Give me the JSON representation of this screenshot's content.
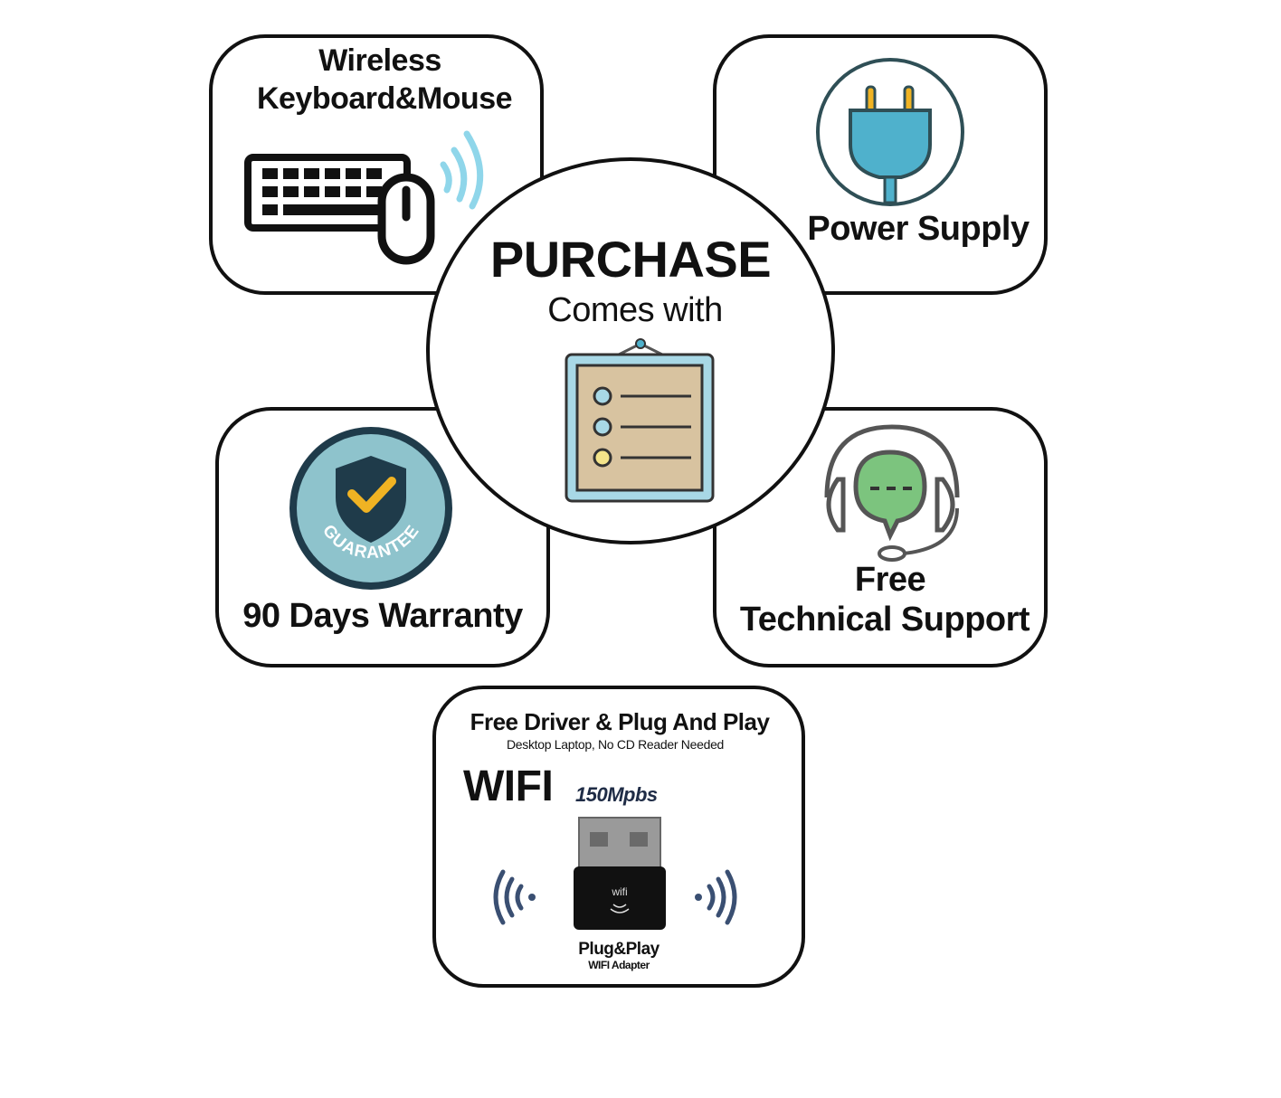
{
  "center": {
    "title": "PURCHASE",
    "subtitle": "Comes with",
    "icon": "clipboard-checklist-icon"
  },
  "keyboard": {
    "line1": "Wireless",
    "line2": "Keyboard&Mouse",
    "icon": "keyboard-mouse-icon",
    "wave_color": "#8fd6ea"
  },
  "power": {
    "label": "Power Supply",
    "icon": "power-plug-icon",
    "plug_color": "#4fb1cc"
  },
  "warranty": {
    "label": "90 Days Warranty",
    "badge_text": "GUARANTEE",
    "icon": "guarantee-shield-icon",
    "badge_color": "#8ec3cc",
    "check_color": "#f0b323"
  },
  "support": {
    "line1": "Free",
    "line2": "Technical Support",
    "icon": "headset-chat-icon",
    "bubble_color": "#7cc47e"
  },
  "wifi": {
    "heading": "Free Driver & Plug And Play",
    "subheading": "Desktop Laptop, No CD Reader Needed",
    "big_label": "WIFI",
    "speed": "150Mpbs",
    "device_label": "wifi",
    "caption1": "Plug&Play",
    "caption2": "WIFI Adapter",
    "icon": "usb-wifi-adapter-icon",
    "signal_color": "#3a4f72"
  }
}
